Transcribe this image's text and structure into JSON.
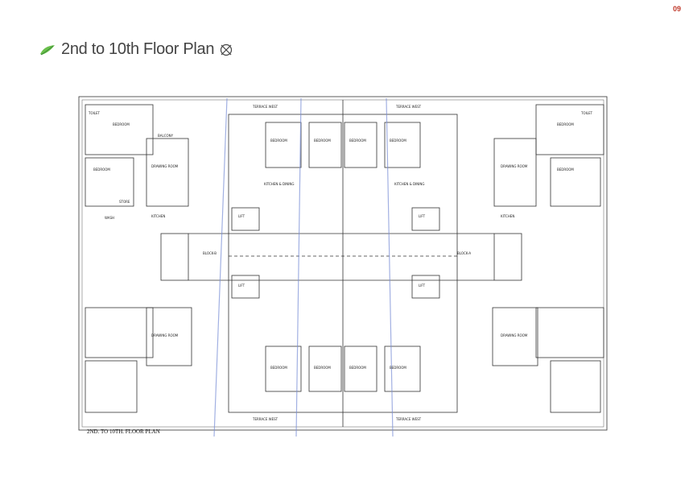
{
  "page_number": "09",
  "title": "2nd to 10th Floor Plan",
  "caption": "2ND. TO 10TH. FLOOR PLAN",
  "icons": [
    "leaf-icon",
    "compass-icon"
  ],
  "colors": {
    "accent_red": "#c0392b",
    "accent_green": "#4caf50",
    "line": "#333333",
    "highlight_blue": "#7a8fd6"
  },
  "rooms": {
    "toilet": "TOILET",
    "bedroom": "BEDROOM",
    "drawing_room": "DRAWING ROOM",
    "kitchen_dining": "KITCHEN & DINING",
    "kitchen": "KITCHEN",
    "wash": "WASH",
    "store": "STORE",
    "balcony": "BALCONY",
    "terrace_west": "TERRACE WEST",
    "lift": "LIFT",
    "block_b": "BLOCK-B",
    "block_a": "BLOCK-A"
  }
}
